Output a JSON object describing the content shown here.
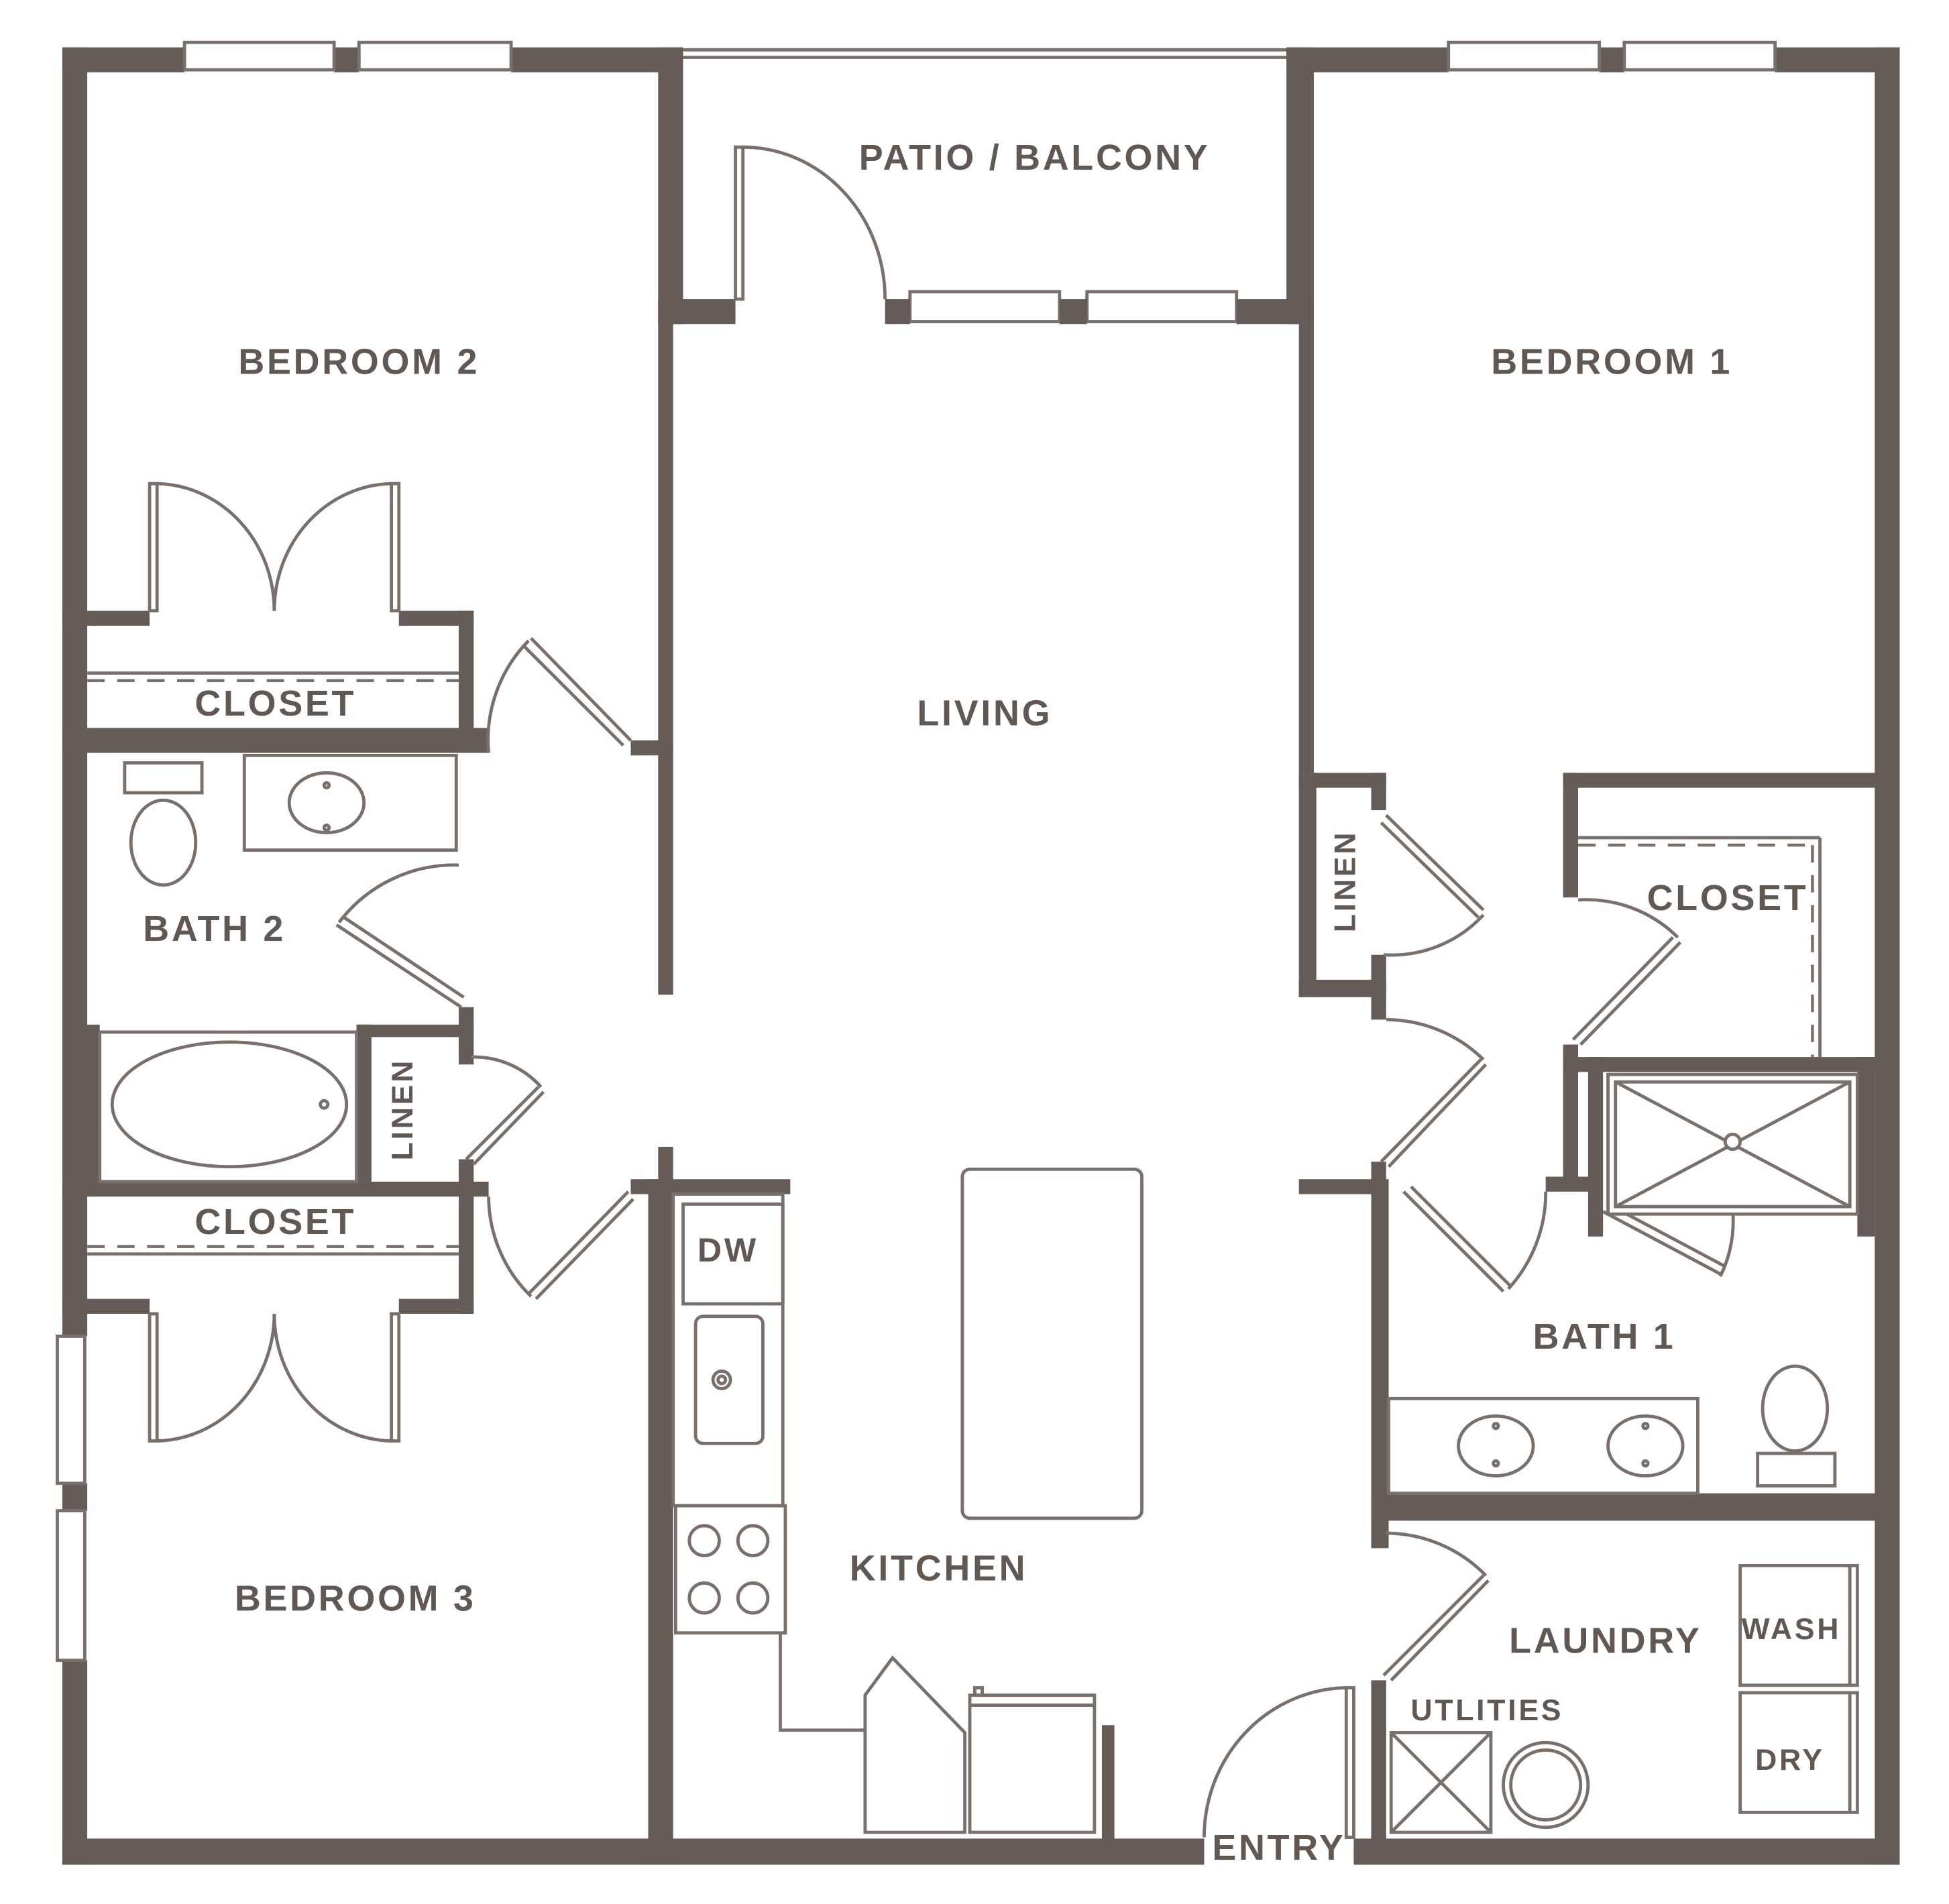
{
  "colors": {
    "wall": "#665c57",
    "line": "#7a706b",
    "label": "#625853",
    "background": "#ffffff"
  },
  "rooms": {
    "patio": "PATIO / BALCONY",
    "bedroom2": "BEDROOM 2",
    "bedroom1": "BEDROOM 1",
    "living": "LIVING",
    "closet_b2": "CLOSET",
    "bath2": "BATH 2",
    "linen_b2": "LINEN",
    "linen_b1": "LINEN",
    "closet_b1": "CLOSET",
    "closet_b3": "CLOSET",
    "dw": "DW",
    "bath1": "BATH 1",
    "bedroom3": "BEDROOM 3",
    "kitchen": "KITCHEN",
    "laundry": "LAUNDRY",
    "wash": "WASH",
    "utilities": "UTLITIES",
    "dry": "DRY",
    "entry": "ENTRY"
  }
}
